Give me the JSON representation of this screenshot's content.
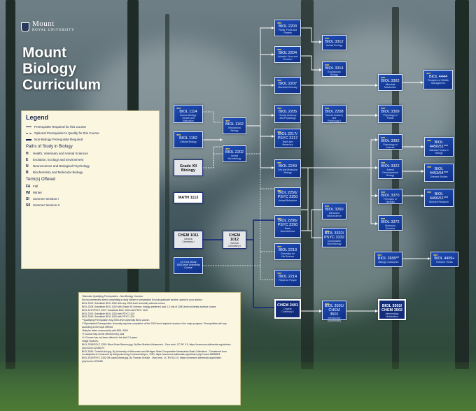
{
  "logo": {
    "name": "Mount",
    "sub": "ROYAL UNIVERSITY"
  },
  "title": [
    "Mount",
    "Biology",
    "Curriculum"
  ],
  "legend": {
    "heading": "Legend",
    "lines": [
      "Prerequisite Required for this Course",
      "Optional Prerequisite to Qualify for this Course",
      "Non-Biology Prerequisite Required"
    ],
    "paths_heading": "Paths of Study in Biology",
    "paths": [
      {
        "code": "H",
        "label": "Health, Veterinary and Animal Sciences"
      },
      {
        "code": "E",
        "label": "Evolution, Ecology and Environment"
      },
      {
        "code": "N",
        "label": "Neuroscience and Biological Psychology"
      },
      {
        "code": "B",
        "label": "Biochemistry and Molecular Biology"
      }
    ],
    "terms_heading": "Term(s) Offered",
    "terms": [
      {
        "code": "FA",
        "label": "Fall"
      },
      {
        "code": "WI",
        "label": "Winter"
      },
      {
        "code": "SI",
        "label": "Summer Session I"
      },
      {
        "code": "SII",
        "label": "Summer Session II"
      }
    ]
  },
  "notes": [
    "*Alternate Qualifying Prerequisites - Non-Biology Courses:",
    "Not recommended when completing a study stream in preparation for post-graduate studies, speak to your advisor.",
    "BIOL 2202: Substitute BIOL 1152 with any 1000-level university science course",
    "BIOL 2205: Substitute BIOL 1152 with Grade XII Science, biology preferred, and 1.0 unit of 1000-level university science course.",
    "BIOL 2217/PSYC 2227: Substitute BIOL 1152 with PSYC 1120",
    "BIOL 2203: Substitute BIOL 1152 with PSYC 1120",
    "BIOL 2260: Substitute BIOL 1152 with PSYC 1120",
    "**Qualifying Prerequisite: Any 2000-level university BIOL course.",
    "***Specialized Prerequisites: Normally requires completion of the 2000 level required courses in the major program. Prerequisites will vary",
    "according to the topic offered.",
    "†May be taken concurrently with BIOL 3609",
    "††Course may not be offered every year",
    "†††Course has not been offered in the last 2-3 years",
    "Image Sources:",
    "BIOL 2250/PSYC 2250: Blood Brain Barriers.jpg, By Ben Brahim Mohammed - Own work, CC BY 3.0, https://commons.wikimedia.org/w/index.",
    "php?curid=12243573",
    "BIOL 3260: Crotalid skin.jpg, By University of Wisconsin and Michigan State Comparative Mammalian Brain Collections - Transferred from",
    "en.wikipedia to Commons by Adrignola using CommonsHelper., GSD, https://commons.wikimedia.org/w/index.php?curid=18858801",
    "BIOL 3332/PSYC 3332 Off-capitol-flame.jpg, By Thomas Schultz - Own work, CC BY-SA 3.0, https://commons.wikimedia.org/w/index.",
    "php?curid=1201186"
  ],
  "courses": {
    "b1114": {
      "code": "BIOL 1114",
      "name": "Human Biology:\nGrowth and\nMaturation"
    },
    "b1152": {
      "code": "BIOL 1152",
      "name": "Cellular Biology"
    },
    "b1162": {
      "code": "BIOL 1162",
      "name": "Introductory Biology"
    },
    "grade12": {
      "code": "Grade XII\nBiology",
      "name": ""
    },
    "math1113": {
      "code": "MATH 1113",
      "name": ""
    },
    "chem1011": {
      "code": "CHEM 1011",
      "name": "General\nChemistry I"
    },
    "chem1012": {
      "code": "CHEM 1012",
      "name": "General\nChemistry II"
    },
    "uni1000": {
      "code": "1.0 Unit of Any\n1000-level University\nCourse",
      "name": ""
    },
    "b2203": {
      "code": "BIOL 2203",
      "name": "Plants, Fruits and\nFlowers"
    },
    "b2204": {
      "code": "BIOL 2204",
      "name": "Animals: Form and\nFunction"
    },
    "b2207": {
      "code": "BIOL 2207",
      "name": "Microbial Diversity"
    },
    "b2205": {
      "code": "BIOL 2205",
      "name": "Human Anatomy\nand Physiology"
    },
    "b2217": {
      "code": "BIOL 2217/\nPSYC 2217",
      "name": "Brain and\nBehaviour"
    },
    "b2202": {
      "code": "BIOL 2202",
      "name": "Animal Microbiology"
    },
    "b2240": {
      "code": "BIOL 2240",
      "name": "Cell and Molecular\nBiology"
    },
    "b2250": {
      "code": "BIOL 2250/\nPSYC 2250",
      "name": "Animal Behaviour"
    },
    "b2290": {
      "code": "BIOL 2290/\nPSYC 2290",
      "name": "Basic\nNeuroscience"
    },
    "b2213": {
      "code": "BIOL 2213",
      "name": "Chemistry for\nLife Science"
    },
    "b2214": {
      "code": "BIOL 2214",
      "name": "Plants for People"
    },
    "chem2401": {
      "code": "CHEM 2401",
      "name": "Organic\nChemistry I"
    },
    "b2208": {
      "code": "BIOL 2208",
      "name": "Human Anatomy and\nPhysiology II"
    },
    "b3312": {
      "code": "BIOL 3312",
      "name": "Animal Ecology"
    },
    "b3314": {
      "code": "BIOL 3314",
      "name": "Evolutionary Biology"
    },
    "b3302": {
      "code": "BIOL 3302",
      "name": "Microbial Metabolism"
    },
    "b3309": {
      "code": "BIOL 3309",
      "name": "Physiology of Plants"
    },
    "b3260": {
      "code": "BIOL 3260",
      "name": "Advanced\nNeuroscience"
    },
    "b3332": {
      "code": "BIOL 3332/\nPSYC 3332",
      "name": "Comparative\nNeurobiology"
    },
    "b3501": {
      "code": "BIOL 3501/\nCHEM 3501",
      "name": "Introductory\nBiochemistry"
    },
    "b3502": {
      "code": "BIOL 3502/\nCHEM 3502",
      "name": "Intermediary\nMetabolism"
    },
    "b3392": {
      "code": "BIOL 3392",
      "name": "Physiology of Animals"
    },
    "b3322": {
      "code": "BIOL 3322",
      "name": "Animal\nDevelopmental\nBiology"
    },
    "b3370": {
      "code": "BIOL 3370",
      "name": "Principles of Heredity"
    },
    "b3372": {
      "code": "BIOL 3372",
      "name": "Molecular Genetics"
    },
    "b4444": {
      "code": "BIOL 4444",
      "name": "Principles of Wildlife\nManagement"
    },
    "b4450": {
      "code": "BIOL\n4450/51***",
      "name": "Selected Topics in\nBiology"
    },
    "b4453": {
      "code": "BIOL\n4453/54***",
      "name": "Directed Studies"
    },
    "b4460": {
      "code": "BIOL\n4460/61***",
      "name": "Directed Research"
    },
    "b3699": {
      "code": "BIOL 3699**",
      "name": "Biology Colloquium"
    },
    "b4409": {
      "code": "BIOL 4409+",
      "name": "Honours Thesis"
    }
  }
}
